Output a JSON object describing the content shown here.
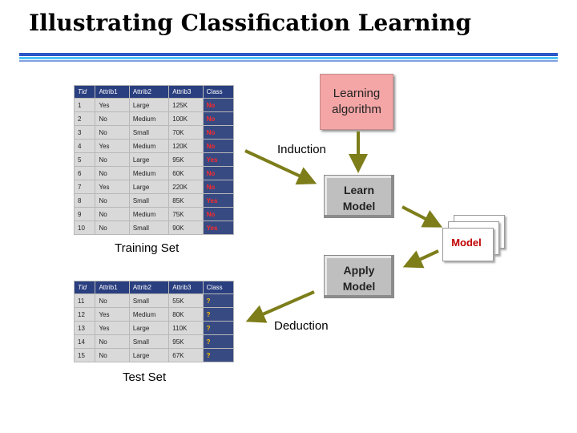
{
  "title": "Illustrating Classification Learning",
  "colors": {
    "rule_top": "#2a56c6",
    "rule_mid": "#4fc3f7",
    "rule_bottom": "#2a56c6",
    "arrow": "#7d7d1a",
    "table_header": "#2a3f7f",
    "class_red": "#ff2a2a",
    "class_unknown": "#ffc000",
    "learning_box": "#f4a6a6"
  },
  "training_table": {
    "headers": [
      "Tid",
      "Attrib1",
      "Attrib2",
      "Attrib3",
      "Class"
    ],
    "rows": [
      [
        "1",
        "Yes",
        "Large",
        "125K",
        "No"
      ],
      [
        "2",
        "No",
        "Medium",
        "100K",
        "No"
      ],
      [
        "3",
        "No",
        "Small",
        "70K",
        "No"
      ],
      [
        "4",
        "Yes",
        "Medium",
        "120K",
        "No"
      ],
      [
        "5",
        "No",
        "Large",
        "95K",
        "Yes"
      ],
      [
        "6",
        "No",
        "Medium",
        "60K",
        "No"
      ],
      [
        "7",
        "Yes",
        "Large",
        "220K",
        "No"
      ],
      [
        "8",
        "No",
        "Small",
        "85K",
        "Yes"
      ],
      [
        "9",
        "No",
        "Medium",
        "75K",
        "No"
      ],
      [
        "10",
        "No",
        "Small",
        "90K",
        "Yes"
      ]
    ],
    "caption": "Training Set"
  },
  "test_table": {
    "headers": [
      "Tid",
      "Attrib1",
      "Attrib2",
      "Attrib3",
      "Class"
    ],
    "rows": [
      [
        "11",
        "No",
        "Small",
        "55K",
        "?"
      ],
      [
        "12",
        "Yes",
        "Medium",
        "80K",
        "?"
      ],
      [
        "13",
        "Yes",
        "Large",
        "110K",
        "?"
      ],
      [
        "14",
        "No",
        "Small",
        "95K",
        "?"
      ],
      [
        "15",
        "No",
        "Large",
        "67K",
        "?"
      ]
    ],
    "caption": "Test Set"
  },
  "boxes": {
    "learning_algorithm": [
      "Learning",
      "algorithm"
    ],
    "learn_model": [
      "Learn",
      "Model"
    ],
    "apply_model": [
      "Apply",
      "Model"
    ],
    "model": "Model"
  },
  "labels": {
    "induction": "Induction",
    "deduction": "Deduction"
  }
}
